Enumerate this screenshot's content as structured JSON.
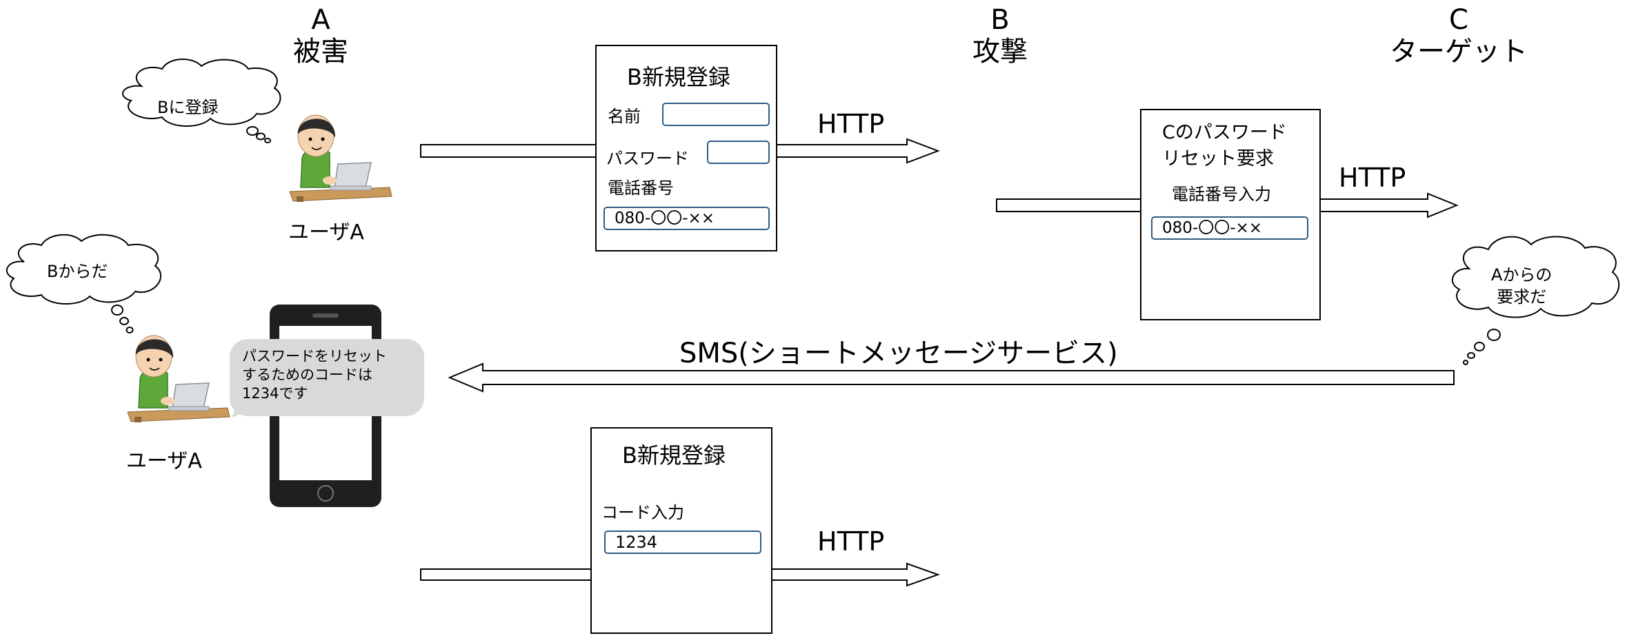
{
  "actors": {
    "a": {
      "letter": "A",
      "name": "被害"
    },
    "b": {
      "letter": "B",
      "name": "攻撃"
    },
    "c": {
      "letter": "C",
      "name": "ターゲット"
    }
  },
  "users": {
    "top_label": "ユーザA",
    "bottom_label": "ユーザA"
  },
  "clouds": {
    "register": "Bに登録",
    "from_b": "Bからだ",
    "from_a_line1": "Aからの",
    "from_a_line2": "要求だ"
  },
  "form_register": {
    "title": "B新規登録",
    "name_label": "名前",
    "password_label": "パスワード",
    "phone_label": "電話番号",
    "phone_value": "080-〇〇-××"
  },
  "form_reset": {
    "title_line1": "Cのパスワード",
    "title_line2": "リセット要求",
    "phone_label": "電話番号入力",
    "phone_value": "080-〇〇-××"
  },
  "form_code": {
    "title": "B新規登録",
    "code_label": "コード入力",
    "code_value": "1234"
  },
  "arrows": {
    "http1": "HTTP",
    "http2": "HTTP",
    "http3": "HTTP",
    "sms": "SMS(ショートメッセージサービス)"
  },
  "phone_message": {
    "line1": "パスワードをリセット",
    "line2": "するためのコードは",
    "line3": "1234です"
  },
  "colors": {
    "field_border": "#2E5A87",
    "shirt": "#5EA83A",
    "desk": "#C99A5B",
    "phone_body": "#1f1f1f",
    "bubble": "#d9d9d9"
  }
}
